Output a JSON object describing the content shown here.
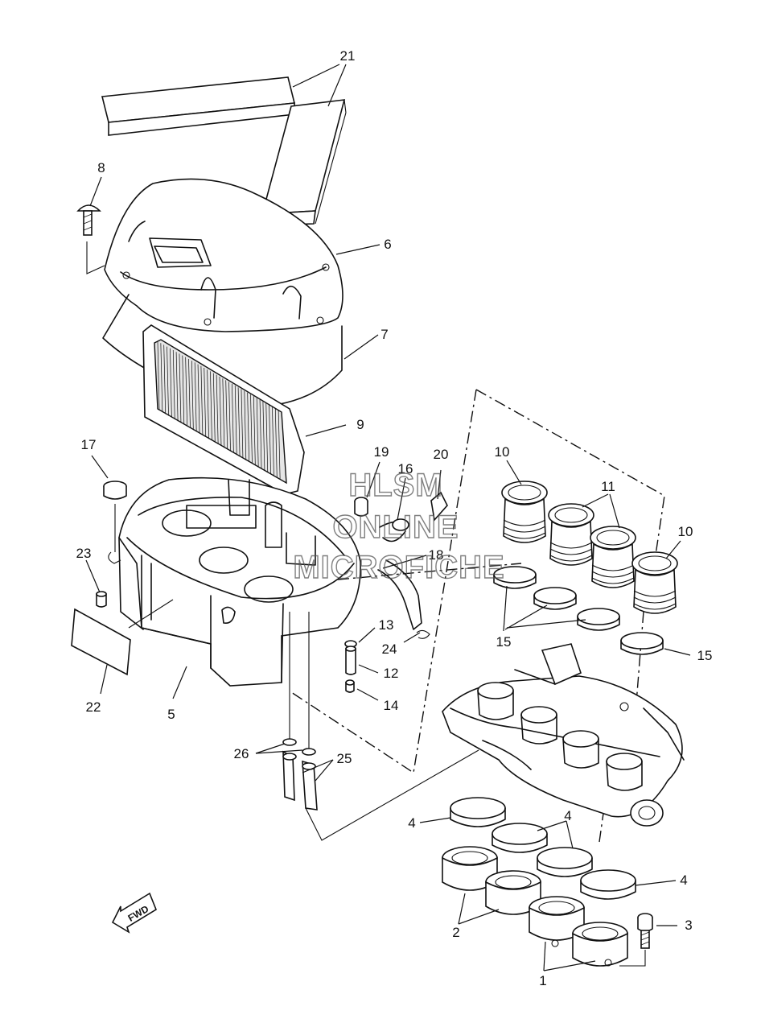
{
  "watermark": {
    "line1": "HLSM",
    "line2": "ONLINE",
    "line3": "MICROFICHE"
  },
  "direction_label": "FWD",
  "callouts": {
    "c1": "1",
    "c2": "2",
    "c3": "3",
    "c4a": "4",
    "c4b": "4",
    "c4c": "4",
    "c5": "5",
    "c6": "6",
    "c7": "7",
    "c8": "8",
    "c9": "9",
    "c10a": "10",
    "c10b": "10",
    "c11": "11",
    "c12": "12",
    "c13": "13",
    "c14": "14",
    "c15a": "15",
    "c15b": "15",
    "c16": "16",
    "c17": "17",
    "c18": "18",
    "c19": "19",
    "c20": "20",
    "c21": "21",
    "c22": "22",
    "c23": "23",
    "c24": "24",
    "c25": "25",
    "c26": "26"
  }
}
